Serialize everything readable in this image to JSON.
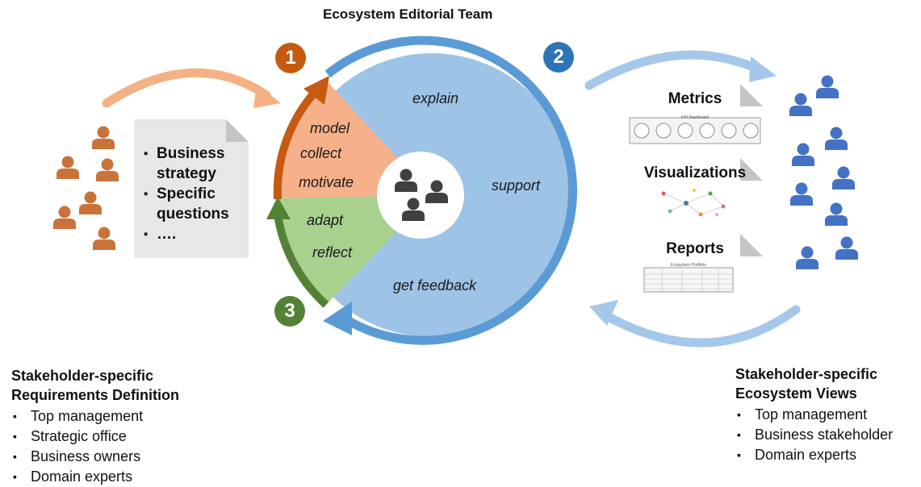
{
  "title": "Ecosystem Editorial Team",
  "steps": [
    "1",
    "2",
    "3"
  ],
  "requirements_doc": {
    "items": [
      "Business strategy",
      "Specific questions",
      "…."
    ]
  },
  "cycle_labels": {
    "model": "model",
    "collect": "collect",
    "motivate": "motivate",
    "adapt": "adapt",
    "reflect": "reflect",
    "explain": "explain",
    "support": "support",
    "get_feedback": "get feedback"
  },
  "views": [
    {
      "title": "Metrics",
      "thumb_label": "KPI Dashboard"
    },
    {
      "title": "Visualizations"
    },
    {
      "title": "Reports",
      "thumb_label": "Ecosystem Portfolio"
    }
  ],
  "left_panel": {
    "heading_line1": "Stakeholder-specific",
    "heading_line2": "Requirements Definition",
    "items": [
      "Top management",
      "Strategic office",
      "Business owners",
      "Domain experts"
    ]
  },
  "right_panel": {
    "heading_line1": "Stakeholder-specific",
    "heading_line2": "Ecosystem Views",
    "items": [
      "Top management",
      "Business stakeholder",
      "Domain experts"
    ]
  },
  "colors": {
    "orange": "#c55a11",
    "orange_light": "#f4b183",
    "orange_fill": "#f6b08a",
    "blue_dark": "#5b9bd5",
    "blue_fill": "#9dc3e6",
    "blue_light": "#a5c8ea",
    "blue_people": "#4472c4",
    "green_dark": "#548235",
    "green_fill": "#a9d18e",
    "people_orange": "#c9733a",
    "doc_gray": "#e7e7e7"
  }
}
